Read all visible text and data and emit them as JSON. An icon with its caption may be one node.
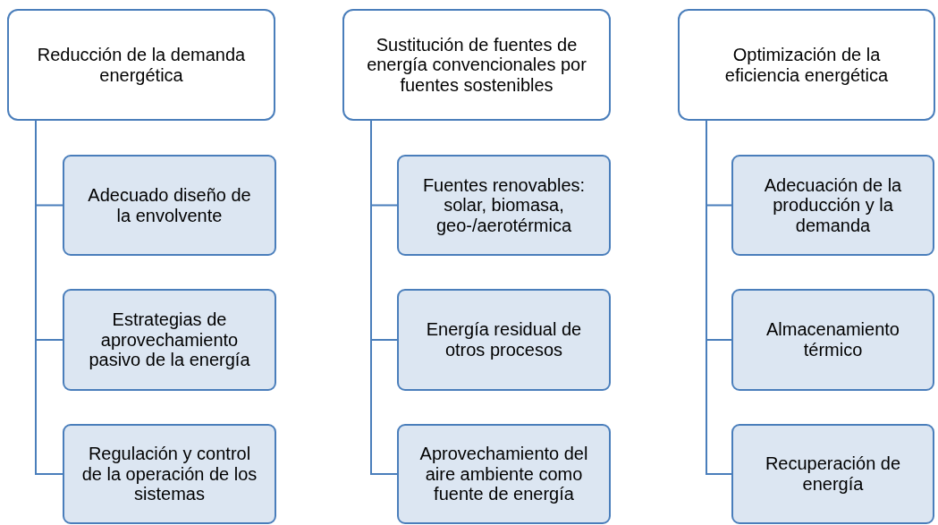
{
  "diagram": {
    "nodes": [
      {
        "text": [
          "Reducción de la demanda energética"
        ]
      },
      {
        "text": [
          "Adecuado diseño de la envolvente"
        ]
      },
      {
        "text": [
          "Estrategias de aprovechamiento pasivo de la energía"
        ]
      },
      {
        "text": [
          "Regulación y control de la operación de los sistemas"
        ]
      },
      {
        "text": [
          "Sustitución de fuentes de energía convencionales por fuentes sostenibles"
        ]
      },
      {
        "text": [
          "Fuentes renovables: solar, biomasa, geo-/aerotérmica"
        ]
      },
      {
        "text": [
          "Energía residual de otros procesos"
        ]
      },
      {
        "text": [
          "Aprovechamiento del aire ambiente como fuente de energía"
        ]
      },
      {
        "text": [
          "Optimización de la eficiencia energética"
        ]
      },
      {
        "text": [
          "Adecuación de la producción y la demanda"
        ]
      },
      {
        "text": [
          "Almacenamiento térmico"
        ]
      },
      {
        "text": [
          "Recuperación de energía"
        ]
      }
    ],
    "edges": [
      {
        "from": 0,
        "to": 1,
        "arrow": "none"
      },
      {
        "from": 0,
        "to": 2,
        "arrow": "none"
      },
      {
        "from": 0,
        "to": 3,
        "arrow": "none"
      },
      {
        "from": 4,
        "to": 5,
        "arrow": "none"
      },
      {
        "from": 4,
        "to": 6,
        "arrow": "none"
      },
      {
        "from": 4,
        "to": 7,
        "arrow": "none"
      },
      {
        "from": 8,
        "to": 9,
        "arrow": "none"
      },
      {
        "from": 8,
        "to": 10,
        "arrow": "none"
      },
      {
        "from": 8,
        "to": 11,
        "arrow": "none"
      }
    ]
  }
}
